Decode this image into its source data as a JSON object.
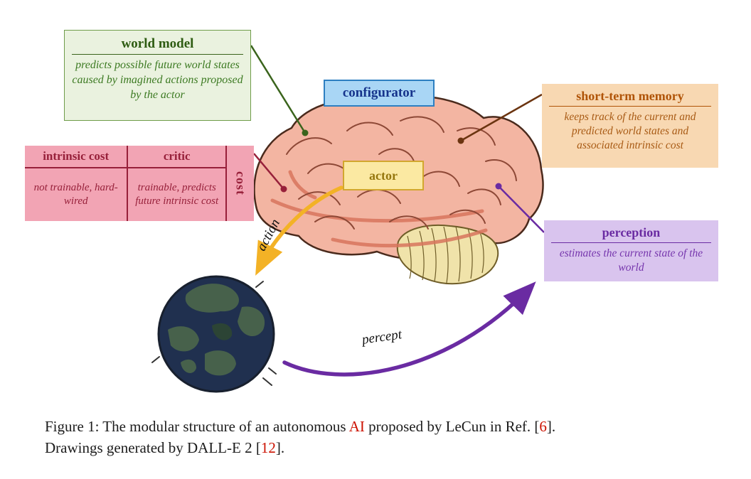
{
  "boxes": {
    "world_model": {
      "title": "world model",
      "body": "predicts possible future world states caused by imagined actions proposed by the actor"
    },
    "configurator": {
      "title": "configurator"
    },
    "short_term_memory": {
      "title": "short-term memory",
      "body": "keeps track of the current and predicted world states and associated intrinsic cost"
    },
    "cost": {
      "col1_title": "intrinsic cost",
      "col1_body": "not trainable, hard-wired",
      "col2_title": "critic",
      "col2_body": "trainable, predicts future intrinsic cost",
      "side_label": "cost"
    },
    "actor": {
      "title": "actor"
    },
    "perception": {
      "title": "perception",
      "body": "estimates the current state of the world"
    }
  },
  "arrows": {
    "action_label": "action",
    "percept_label": "percept"
  },
  "caption": {
    "l1a": "Figure 1: The modular structure of an autonomous ",
    "l1b": "AI",
    "l1c": " proposed by LeCun in Ref. [",
    "l1d": "6",
    "l1e": "].",
    "l2a": "Drawings generated by DALL-E 2 [",
    "l2b": "12",
    "l2c": "]."
  },
  "colors": {
    "world-bg": "#eaf2df",
    "world-border": "#6f9c4a",
    "world-title": "#2e5c12",
    "world-body": "#3c7a22",
    "world-accent": "#3a641c",
    "config-bg": "#a9d6f5",
    "config-border": "#2d7fc1",
    "config-text": "#16348c",
    "stm-bg": "#f8d8b2",
    "stm-title": "#b05408",
    "stm-body": "#a85a14",
    "stm-connector": "#6b3410",
    "cost-bg": "#f2a4b4",
    "cost-text": "#97203a",
    "actor-bg": "#fbe9a2",
    "actor-border": "#d2a72e",
    "actor-text": "#96770e",
    "percept-bg": "#d9c4ee",
    "percept-title": "#6a2ba2",
    "percept-body": "#7636ad",
    "arrow-gold": "#f3b226",
    "brain-fill": "#f3b5a2",
    "brain-stroke": "#4a2a1c",
    "brain-squiggle": "#8d4836",
    "brain-ridge": "#d8755d",
    "cereb-fill": "#f0e3aa",
    "cereb-stroke": "#6f5d28",
    "earth-ocean": "#20304f",
    "earth-land": "#47614b",
    "earth-outline": "#18202e",
    "caption-red": "#cc1100",
    "caption-text": "#1c1c1c"
  }
}
